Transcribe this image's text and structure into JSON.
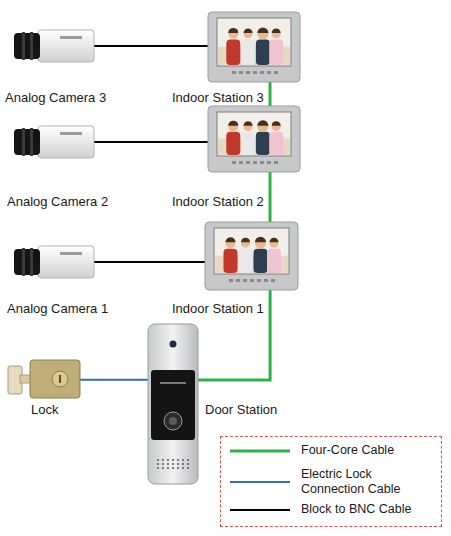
{
  "diagram": {
    "nodes": [
      {
        "text": [
          "Analog Camera 3"
        ]
      },
      {
        "text": [
          "Indoor Station 3"
        ]
      },
      {
        "text": [
          "Analog Camera 2"
        ]
      },
      {
        "text": [
          "Indoor Station 2"
        ]
      },
      {
        "text": [
          "Analog Camera 1"
        ]
      },
      {
        "text": [
          "Indoor Station 1"
        ]
      },
      {
        "text": [
          "Lock"
        ]
      },
      {
        "text": [
          "Door Station"
        ]
      }
    ],
    "edges": [
      {
        "from": 0,
        "to": 1,
        "arrow": "none"
      },
      {
        "from": 2,
        "to": 3,
        "arrow": "none"
      },
      {
        "from": 4,
        "to": 5,
        "arrow": "none"
      },
      {
        "from": 1,
        "to": 3,
        "arrow": "none"
      },
      {
        "from": 3,
        "to": 5,
        "arrow": "none"
      },
      {
        "from": 5,
        "to": 7,
        "arrow": "none"
      },
      {
        "from": 6,
        "to": 7,
        "arrow": "none"
      }
    ],
    "legend": [
      {
        "text": "Four-Core Cable",
        "color": "#2db34a"
      },
      {
        "text": "Electric Lock Connection Cable",
        "color": "#2f6fb5"
      },
      {
        "text": "Block to BNC Cable",
        "color": "#000000"
      }
    ]
  }
}
